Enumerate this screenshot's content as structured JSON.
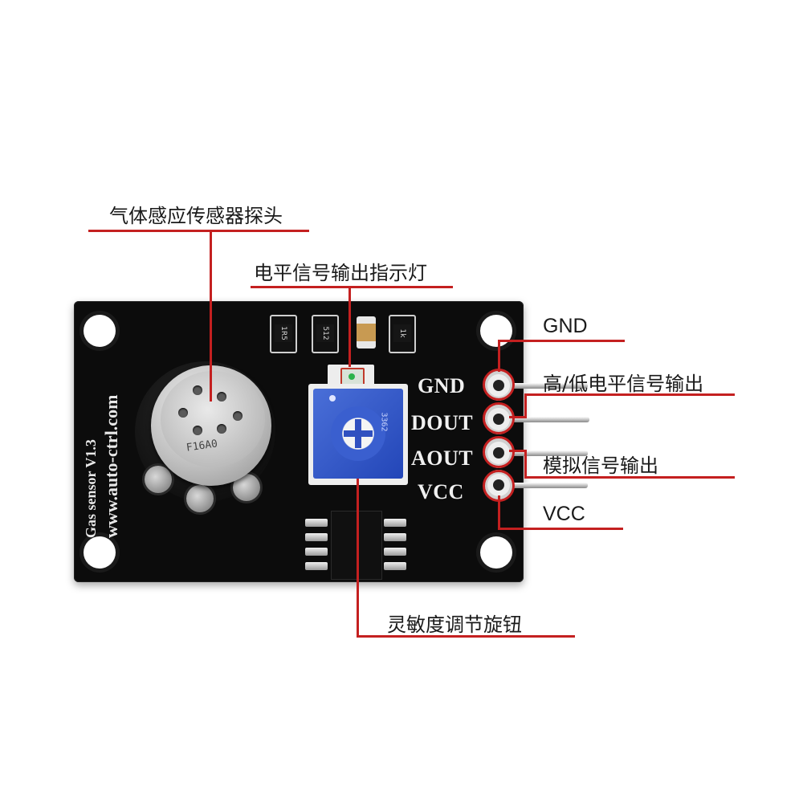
{
  "board": {
    "silk_line1": "Gas sensor V1.3",
    "silk_line2": "www.auto-ctrl.com",
    "pin_labels": [
      "GND",
      "DOUT",
      "AOUT",
      "VCC"
    ],
    "smd_marks": [
      "1R5",
      "512",
      "1k"
    ],
    "probe_mark": "F16A0",
    "pot_mark": "3362"
  },
  "annotations": {
    "probe": "气体感应传感器探头",
    "indicator": "电平信号输出指示灯",
    "gnd": "GND",
    "digital_out": "高/低电平信号输出",
    "analog_out": "模拟信号输出",
    "vcc": "VCC",
    "sensitivity": "灵敏度调节旋钮"
  },
  "colors": {
    "callout": "#c42020",
    "board": "#0c0c0c",
    "potentiometer": "#2f55c6"
  }
}
